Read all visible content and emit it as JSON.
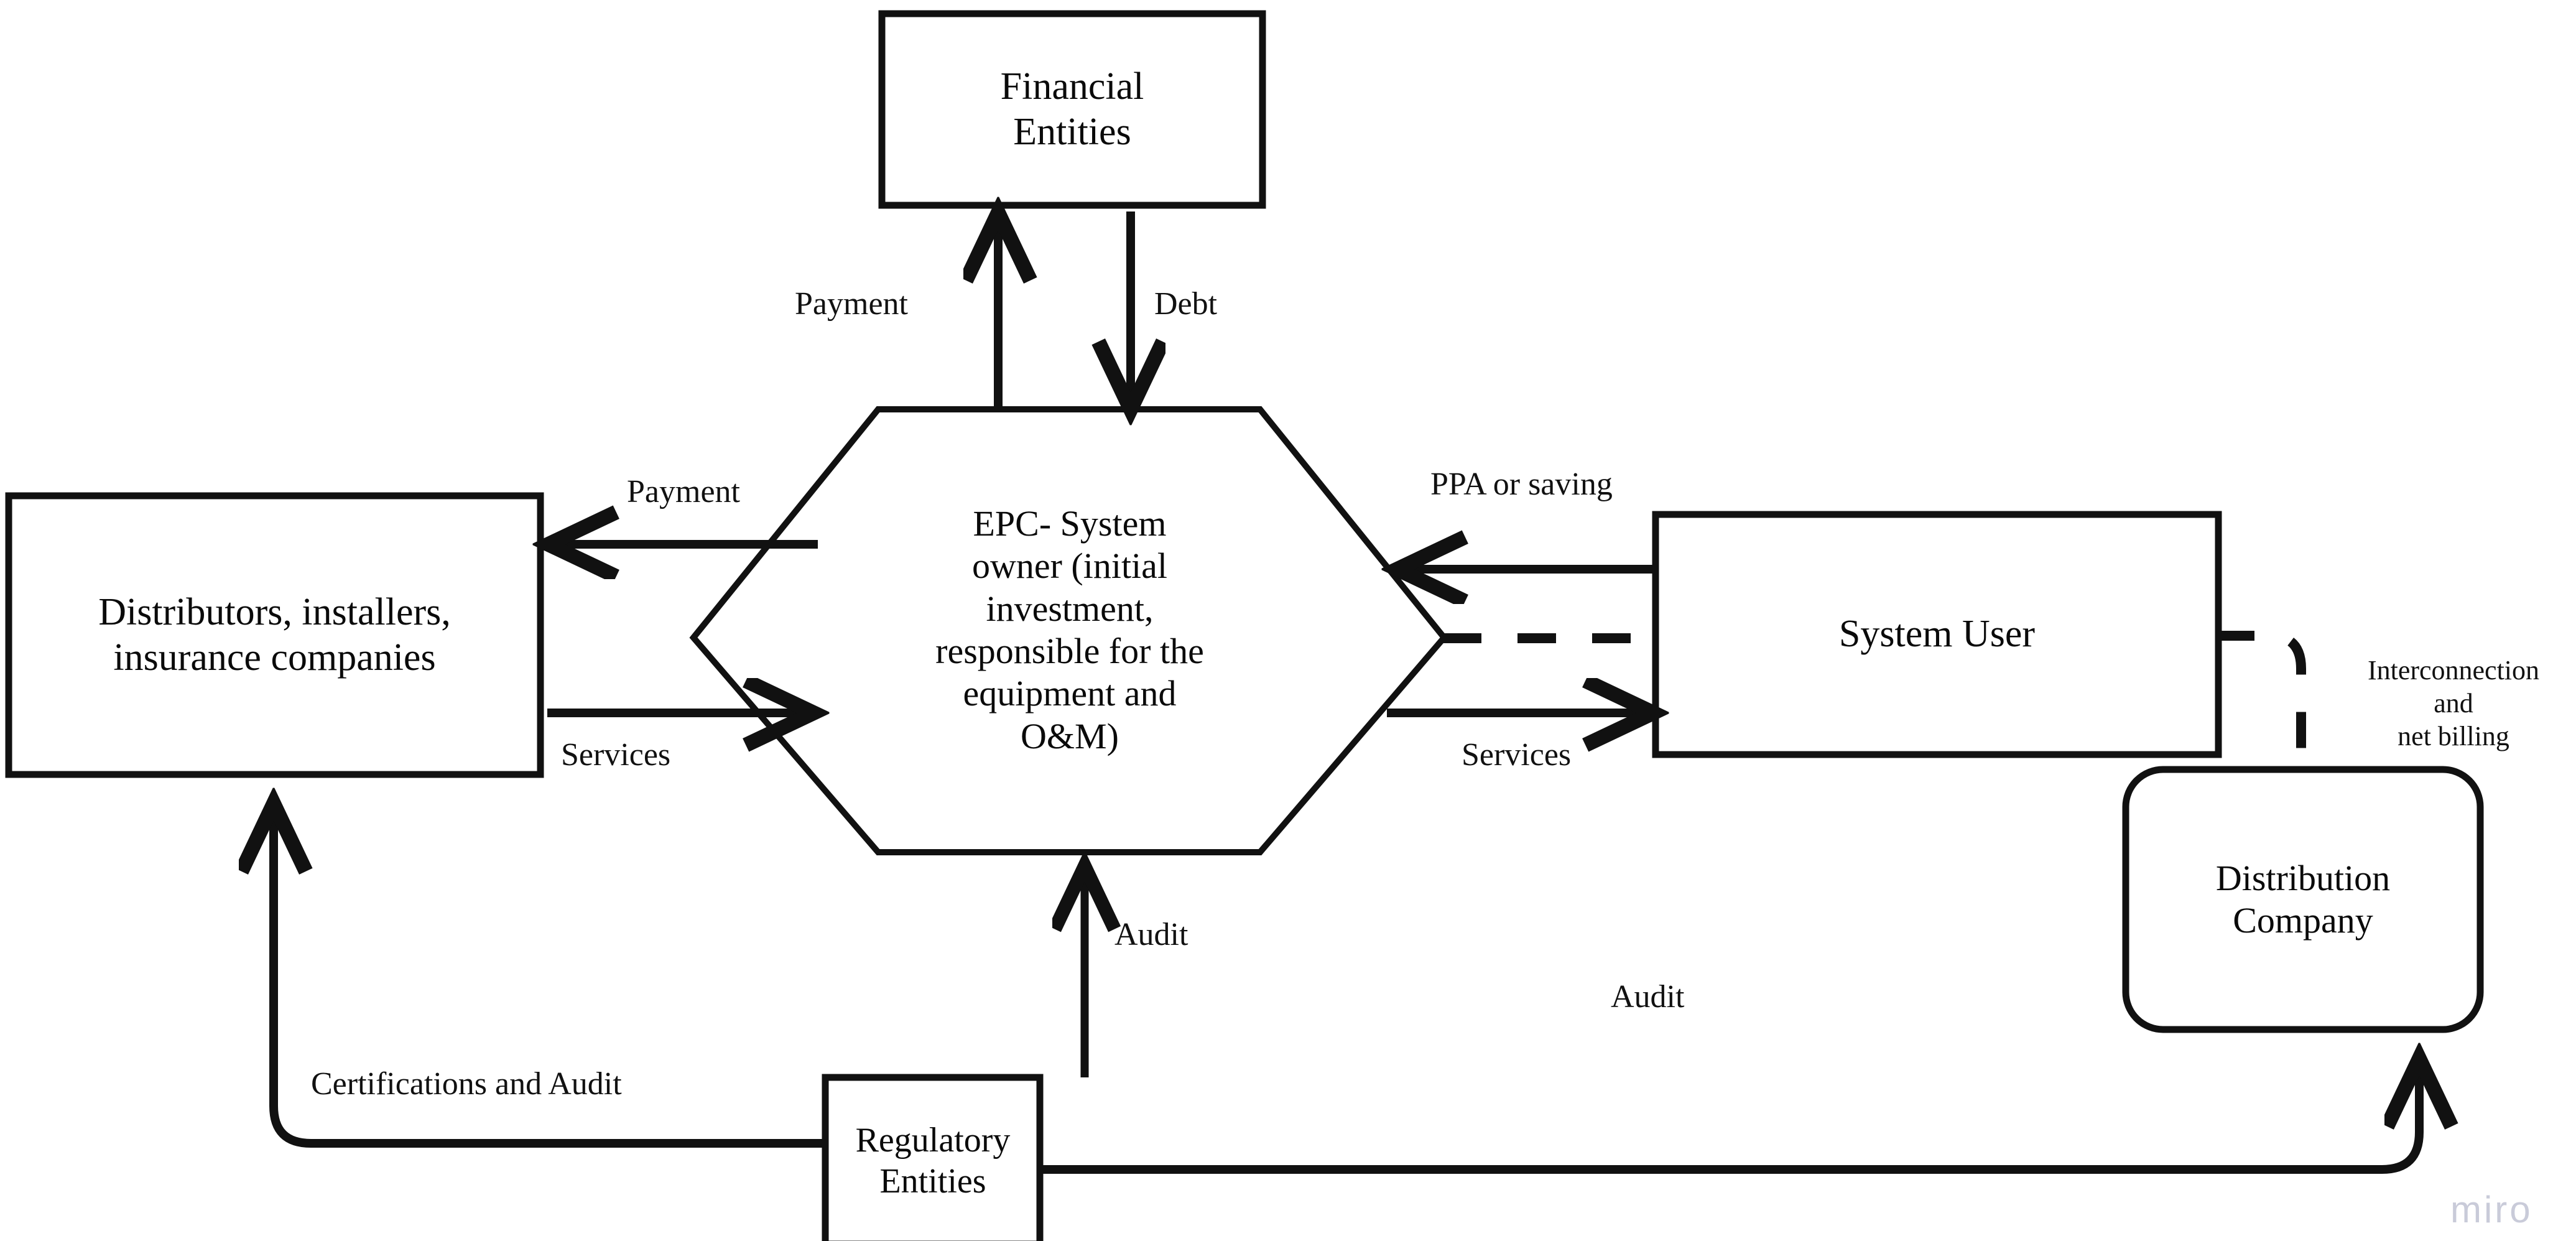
{
  "diagram": {
    "title": "EPC business model stakeholder relationship diagram",
    "background_color": "#ffffff",
    "stroke_color": "#111111",
    "text_color": "#0a0a0a",
    "nodes": [
      {
        "id": "financial-entities",
        "label": "Financial\nEntities",
        "shape": "rectangle"
      },
      {
        "id": "epc-system-owner",
        "label": "EPC- System\nowner (initial\ninvestment,\nresponsible for the\nequipment and\nO&M)",
        "shape": "hexagon"
      },
      {
        "id": "distributors",
        "label": "Distributors, installers,\ninsurance companies",
        "shape": "rectangle"
      },
      {
        "id": "system-user",
        "label": "System User",
        "shape": "rectangle"
      },
      {
        "id": "distribution-company",
        "label": "Distribution\nCompany",
        "shape": "rounded-rectangle"
      },
      {
        "id": "regulatory-entities",
        "label": "Regulatory Entities",
        "shape": "rectangle"
      }
    ],
    "edges": [
      {
        "id": "payment-to-financial",
        "label": "Payment",
        "from": "epc-system-owner",
        "to": "financial-entities",
        "style": "solid",
        "arrow": "single"
      },
      {
        "id": "debt-to-epc",
        "label": "Debt",
        "from": "financial-entities",
        "to": "epc-system-owner",
        "style": "solid",
        "arrow": "single"
      },
      {
        "id": "payment-to-distributors",
        "label": "Payment",
        "from": "epc-system-owner",
        "to": "distributors",
        "style": "solid",
        "arrow": "single"
      },
      {
        "id": "services-from-distributors",
        "label": "Services",
        "from": "distributors",
        "to": "epc-system-owner",
        "style": "solid",
        "arrow": "single"
      },
      {
        "id": "ppa-or-saving",
        "label": "PPA or saving",
        "from": "system-user",
        "to": "epc-system-owner",
        "style": "solid",
        "arrow": "single"
      },
      {
        "id": "services-to-system-user",
        "label": "Services",
        "from": "epc-system-owner",
        "to": "system-user",
        "style": "solid",
        "arrow": "single"
      },
      {
        "id": "epc-user-link",
        "label": "",
        "from": "epc-system-owner",
        "to": "system-user",
        "style": "dashed",
        "arrow": "none"
      },
      {
        "id": "interconnection-net-billing",
        "label": "Interconnection\nand\nnet billing",
        "from": "system-user",
        "to": "distribution-company",
        "style": "dashed",
        "arrow": "none"
      },
      {
        "id": "audit-to-epc",
        "label": "Audit",
        "from": "regulatory-entities",
        "to": "epc-system-owner",
        "style": "solid",
        "arrow": "single"
      },
      {
        "id": "certifications-and-audit",
        "label": "Certifications and Audit",
        "from": "regulatory-entities",
        "to": "distributors",
        "style": "solid",
        "arrow": "single"
      },
      {
        "id": "audit-to-distribution",
        "label": "Audit",
        "from": "regulatory-entities",
        "to": "distribution-company",
        "style": "solid",
        "arrow": "single"
      }
    ]
  },
  "watermark": {
    "text": "miro",
    "color": "#c9cbd9"
  }
}
